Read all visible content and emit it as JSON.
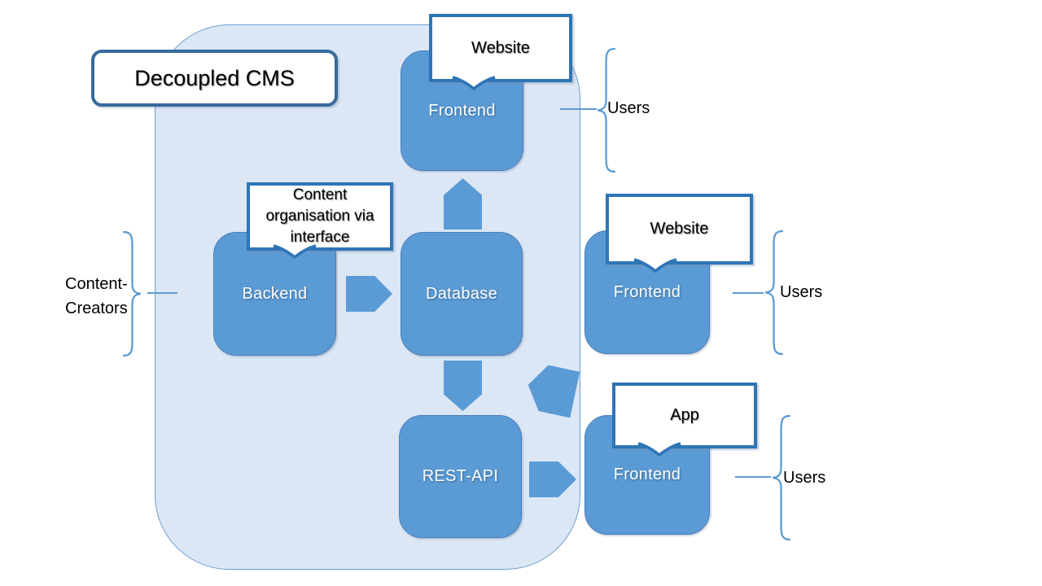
{
  "title": "Decoupled CMS",
  "nodes": [
    {
      "id": "frontend-top",
      "label": "Frontend"
    },
    {
      "id": "backend",
      "label": "Backend"
    },
    {
      "id": "database",
      "label": "Database"
    },
    {
      "id": "rest-api",
      "label": "REST-API"
    },
    {
      "id": "frontend-website",
      "label": "Frontend"
    },
    {
      "id": "frontend-app",
      "label": "Frontend"
    }
  ],
  "callouts": [
    {
      "id": "website-top",
      "label": "Website"
    },
    {
      "id": "content-organisation",
      "label": "Content organisation via interface"
    },
    {
      "id": "website-right",
      "label": "Website"
    },
    {
      "id": "app",
      "label": "App"
    }
  ],
  "actors": [
    {
      "id": "users-top",
      "label": "Users"
    },
    {
      "id": "users-right",
      "label": "Users"
    },
    {
      "id": "users-bottom",
      "label": "Users"
    },
    {
      "id": "content-creators",
      "line1": "Content-",
      "line2": "Creators"
    }
  ],
  "arrows": [
    {
      "id": "database-to-frontend-top",
      "direction": "up"
    },
    {
      "id": "backend-to-database",
      "direction": "right"
    },
    {
      "id": "database-to-rest-api",
      "direction": "down"
    },
    {
      "id": "rest-api-to-frontend-app",
      "direction": "right"
    },
    {
      "id": "frontend-website-to-database",
      "direction": "diagonal-left"
    }
  ],
  "colors": {
    "node_fill": "#5B9BD5",
    "node_border": "#4A7EBB",
    "container_fill": "#DBE7F5",
    "container_border": "#6F9FD0",
    "callout_border": "#2E75B6",
    "title_border": "#366A9C",
    "brace": "#5B9BD5",
    "text_dark": "#000000",
    "text_light": "#FFFFFF"
  }
}
